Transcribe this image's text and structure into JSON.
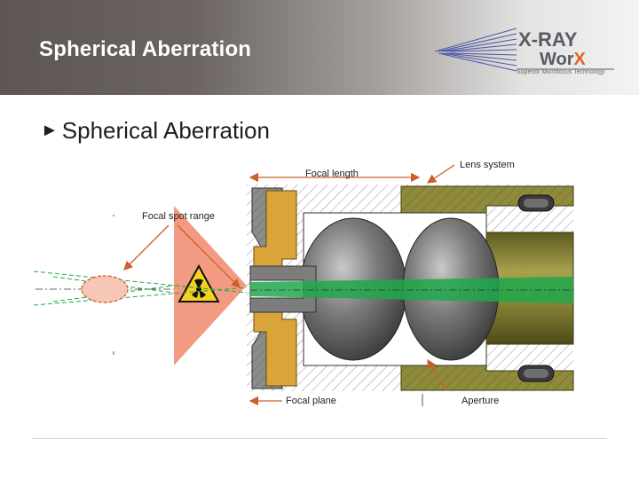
{
  "header": {
    "title": "Spherical Aberration"
  },
  "logo": {
    "line1": "X-RAY",
    "line2_main": "Wor",
    "line2_accent": "X",
    "tagline": "Superior Microfocus Technology"
  },
  "content": {
    "bullet_arrow": "►",
    "bullet_text": "Spherical Aberration"
  },
  "diagram": {
    "labels": {
      "focal_length": "Focal length",
      "lens_system": "Lens system",
      "focal_spot_range": "Focal spot range",
      "focal_plane": "Focal plane",
      "aperture": "Aperture"
    }
  },
  "colors": {
    "accent_orange": "#e2632b",
    "callout_arrow": "#c9602b",
    "beam_green": "#1fa84a",
    "salmon": "#f29a82",
    "olive_housing": "#8a8438",
    "gold_part": "#d9a43a",
    "header_dark": "#5d5652"
  }
}
